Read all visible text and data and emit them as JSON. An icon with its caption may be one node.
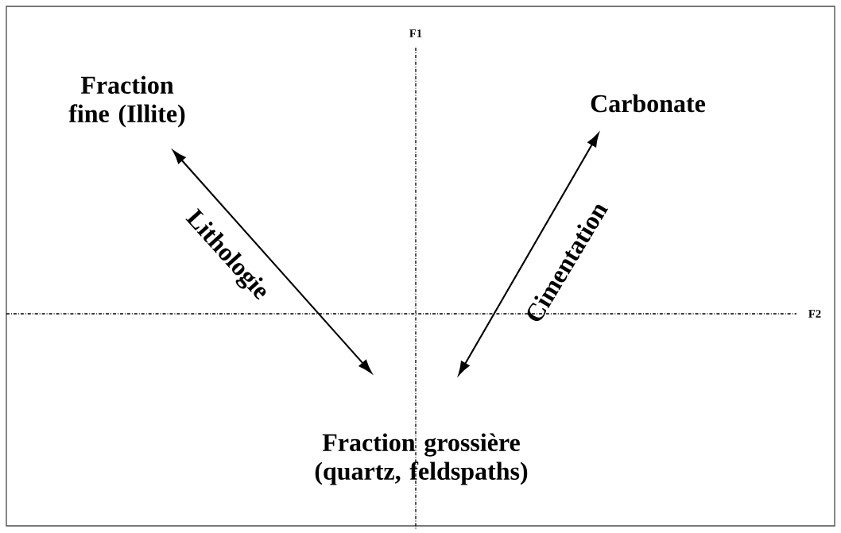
{
  "diagram": {
    "nodes": [
      {
        "text": [
          "Fraction fine (Illite)"
        ]
      },
      {
        "text": [
          "Carbonate"
        ]
      },
      {
        "text": [
          "Fraction grossière (quartz, feldspaths)"
        ]
      }
    ],
    "edges": [
      {
        "from": 0,
        "to": 2,
        "arrow": "both",
        "label": "Lithologie"
      },
      {
        "from": 1,
        "to": 2,
        "arrow": "both",
        "label": "Cimentation"
      }
    ],
    "labels": [
      "F1",
      "F2"
    ]
  }
}
